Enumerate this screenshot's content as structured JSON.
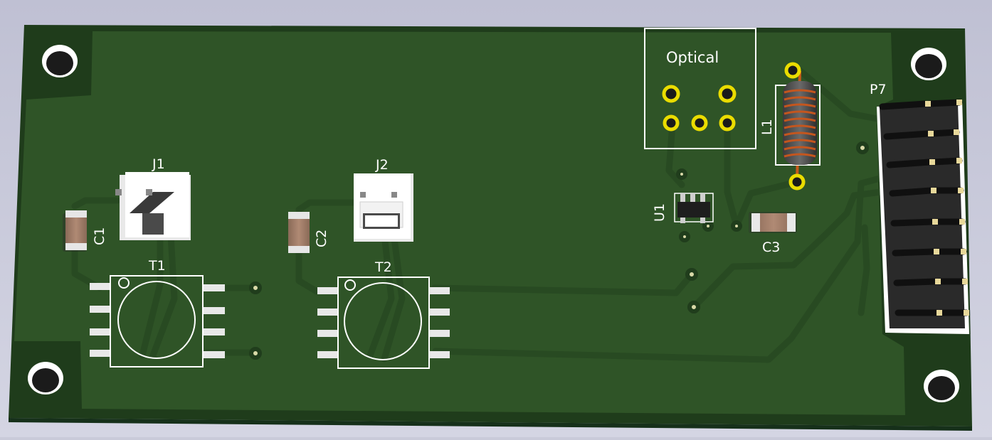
{
  "viewer": {
    "background_top": "#c0c1d4",
    "background_bottom": "#d3d4e2"
  },
  "board": {
    "substrate_color": "#213f1c",
    "copper_pour_color": "#2d5226",
    "trace_color": "#2a4a24",
    "pad_gold": "#e8d800",
    "silkscreen": "#ffffff",
    "mounting_holes": 4
  },
  "components": {
    "J1": "J1",
    "J2": "J2",
    "C1": "C1",
    "C2": "C2",
    "C3": "C3",
    "T1": "T1",
    "T2": "T2",
    "U1": "U1",
    "L1": "L1",
    "P7": "P7",
    "optical": "Optical"
  }
}
